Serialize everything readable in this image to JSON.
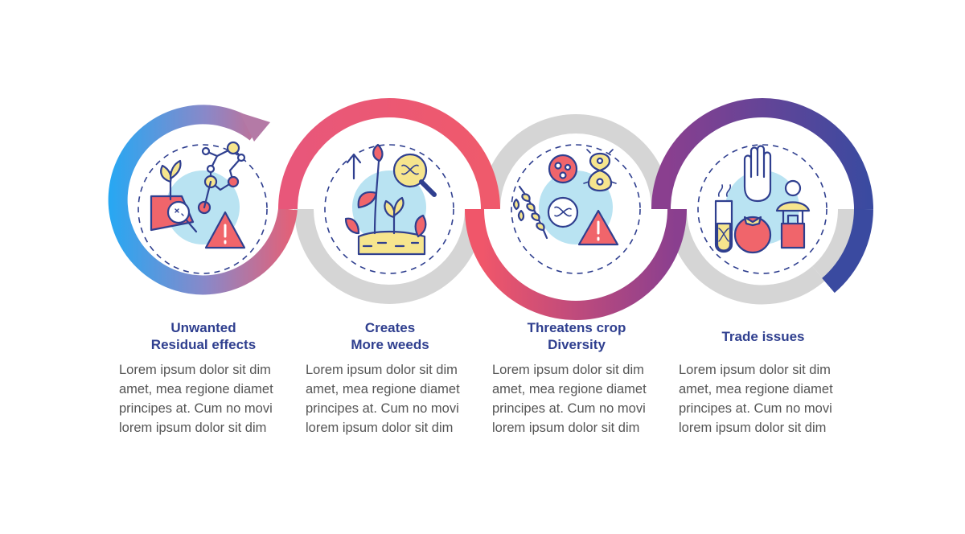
{
  "palette": {
    "blue": "#22a9f5",
    "red": "#f05a6a",
    "crimson": "#e0496a",
    "purple": "#8a3f8f",
    "navy": "#3a4aa0",
    "gray": "#d5d5d5",
    "title_text": "#2f3f8f",
    "body_text": "#555555",
    "icon_blue": "#b9e3f2",
    "icon_yellow": "#f6e58d",
    "icon_red": "#f0656b",
    "icon_outline": "#2f3f8f"
  },
  "steps": [
    {
      "title_lines": [
        "Unwanted",
        "Residual effects"
      ],
      "body_lines": [
        "Lorem ipsum dolor sit dim",
        "amet, mea regione diamet",
        "principes at. Cum no movi",
        "lorem ipsum dolor sit dim"
      ],
      "icon": "residual-effects-icon"
    },
    {
      "title_lines": [
        "Creates",
        "More weeds"
      ],
      "body_lines": [
        "Lorem ipsum dolor sit dim",
        "amet, mea regione diamet",
        "principes at. Cum no movi",
        "lorem ipsum dolor sit dim"
      ],
      "icon": "weeds-growth-icon"
    },
    {
      "title_lines": [
        "Threatens crop",
        "Diversity"
      ],
      "body_lines": [
        "Lorem ipsum dolor sit dim",
        "amet, mea regione diamet",
        "principes at. Cum no movi",
        "lorem ipsum dolor sit dim"
      ],
      "icon": "crop-diversity-icon"
    },
    {
      "title_lines": [
        "Trade issues"
      ],
      "body_lines": [
        "Lorem ipsum dolor sit dim",
        "amet, mea regione diamet",
        "principes at. Cum no movi",
        "lorem ipsum dolor sit dim"
      ],
      "icon": "trade-issues-icon"
    }
  ]
}
